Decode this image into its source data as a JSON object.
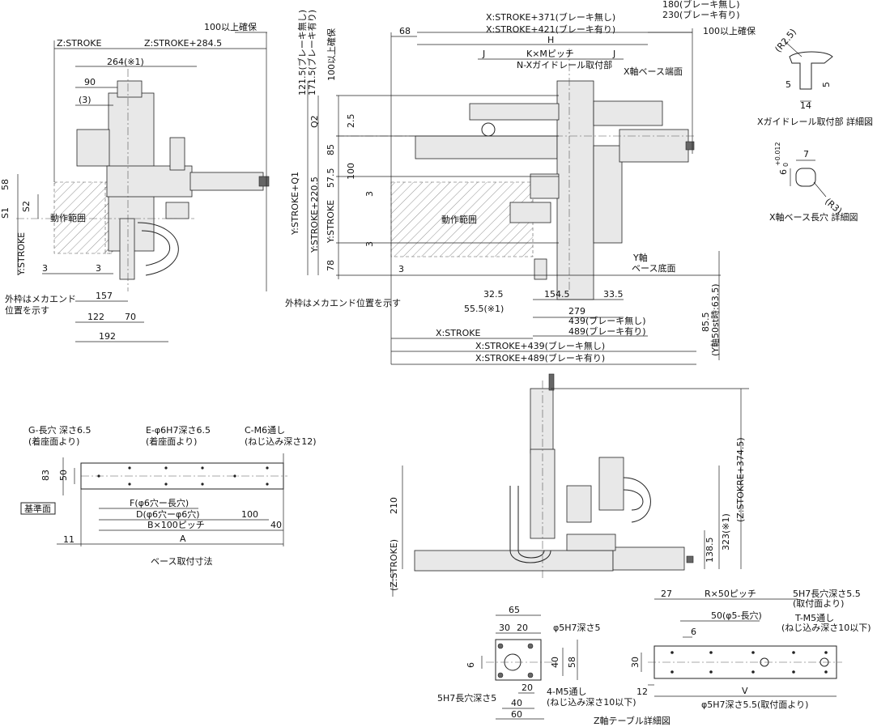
{
  "top_left_view": {
    "labels": {
      "z_stroke": "Z:STROKE",
      "z_stroke_plus": "Z:STROKE+284.5",
      "clearance": "100以上確保",
      "d264": "264(※1)",
      "d90": "90",
      "d3a": "(3)",
      "d58": "58",
      "s1": "S1",
      "s2": "S2",
      "y_stroke": "Y:STROKE",
      "motion_range": "動作範囲",
      "d3b": "3",
      "d3c": "3",
      "outer_note_1": "外枠はメカエンド",
      "outer_note_2": "位置を示す",
      "d157": "157",
      "d122": "122",
      "d70": "70",
      "d192": "192"
    }
  },
  "top_right_view": {
    "labels": {
      "d68": "68",
      "x_stroke_371": "X:STROKE+371(ブレーキ無し)",
      "x_stroke_421": "X:STROKE+421(ブレーキ有り)",
      "d180": "180(ブレーキ無し)",
      "d230": "230(ブレーキ有り)",
      "clearance": "100以上確保",
      "h": "H",
      "j_left": "J",
      "km_pitch": "K×Mピッチ",
      "j_right": "J",
      "n_guide": "N-Xガイドレール取付部",
      "x_base_end": "X軸ベース端面",
      "v121": "121.5(ブレーキ無し)",
      "v171": "171.5(ブレーキ有り)",
      "v_clear": "100以上確保",
      "q2": "Q2",
      "d2_5": "2.5",
      "y_stroke_q1": "Y:STROKE+Q1",
      "d85": "85",
      "d57_5": "57.5",
      "d100": "100",
      "y_stroke_220": "Y:STROKE+220.5",
      "y_stroke": "Y:STROKE",
      "d3a": "3",
      "d3b": "3",
      "d78": "78",
      "motion_range": "動作範囲",
      "d3c": "3",
      "y_axis": "Y軸",
      "base_bottom": "ベース底面",
      "outer_note": "外枠はメカエンド位置を示す",
      "d32_5": "32.5",
      "d154_5": "154.5",
      "d33_5": "33.5",
      "d55_5": "55.5(※1)",
      "d279": "279",
      "d439": "439(ブレーキ無し)",
      "d489": "489(ブレーキ有り)",
      "x_stroke": "X:STROKE",
      "x_stroke_439": "X:STROKE+439(ブレーキ無し)",
      "x_stroke_489": "X:STROKE+489(ブレーキ有り)",
      "d85_5": "85.5",
      "d85_5_note": "(Y軸50st時:63.5)"
    }
  },
  "guide_detail": {
    "r2_5": "(R2.5)",
    "d5a": "5",
    "d5b": "5",
    "d14": "14",
    "caption": "Xガイドレール取付部 詳細図"
  },
  "slot_detail": {
    "d7": "7",
    "tol_6": "6",
    "tol_sup": "+0.012",
    "tol_sub": "0",
    "r3": "(R3)",
    "caption": "X軸ベース長穴 詳細図"
  },
  "base_mount": {
    "g_slot": "G-長穴 深さ6.5",
    "g_slot_sub": "(着座面より)",
    "e_hole": "E-φ6H7深さ6.5",
    "e_hole_sub": "(着座面より)",
    "c_m6": "C-M6通し",
    "c_m6_sub": "(ねじ込み深さ12)",
    "d83": "83",
    "d50": "50",
    "ref_face": "基準面",
    "f_dim": "F(φ6穴ー長穴)",
    "d_dim": "D(φ6穴ーφ6穴)",
    "d100": "100",
    "b_pitch": "B×100ピッチ",
    "d40": "40",
    "d11": "11",
    "a": "A",
    "caption": "ベース取付寸法"
  },
  "front_view": {
    "d210": "210",
    "z_stroke": "(Z:STROKE)",
    "d323": "323(※1)",
    "d138_5": "138.5",
    "z_stokre": "(Z:STOKRE+374.5)"
  },
  "z_table": {
    "d65": "65",
    "d30": "30",
    "d20": "20",
    "phi5": "φ5H7深さ5",
    "d6": "6",
    "d40v": "40",
    "d58": "58",
    "slot5": "5H7長穴深さ5",
    "m5": "4-M5通し",
    "m5_sub": "(ねじ込み深さ10以下)",
    "d20b": "20",
    "d40h": "40",
    "d60": "60",
    "caption": "Z軸テーブル詳細図"
  },
  "z_side": {
    "d27": "27",
    "r_pitch": "R×50ピッチ",
    "slot": "5H7長穴深さ5.5",
    "slot_sub": "(取付面より)",
    "d50": "50(φ5-長穴)",
    "t_m5": "T-M5通し",
    "t_m5_sub": "(ねじ込み深さ10以下)",
    "d6": "6",
    "d30": "30",
    "d12": "12",
    "v": "V",
    "phi5": "φ5H7深さ5.5(取付面より)"
  }
}
